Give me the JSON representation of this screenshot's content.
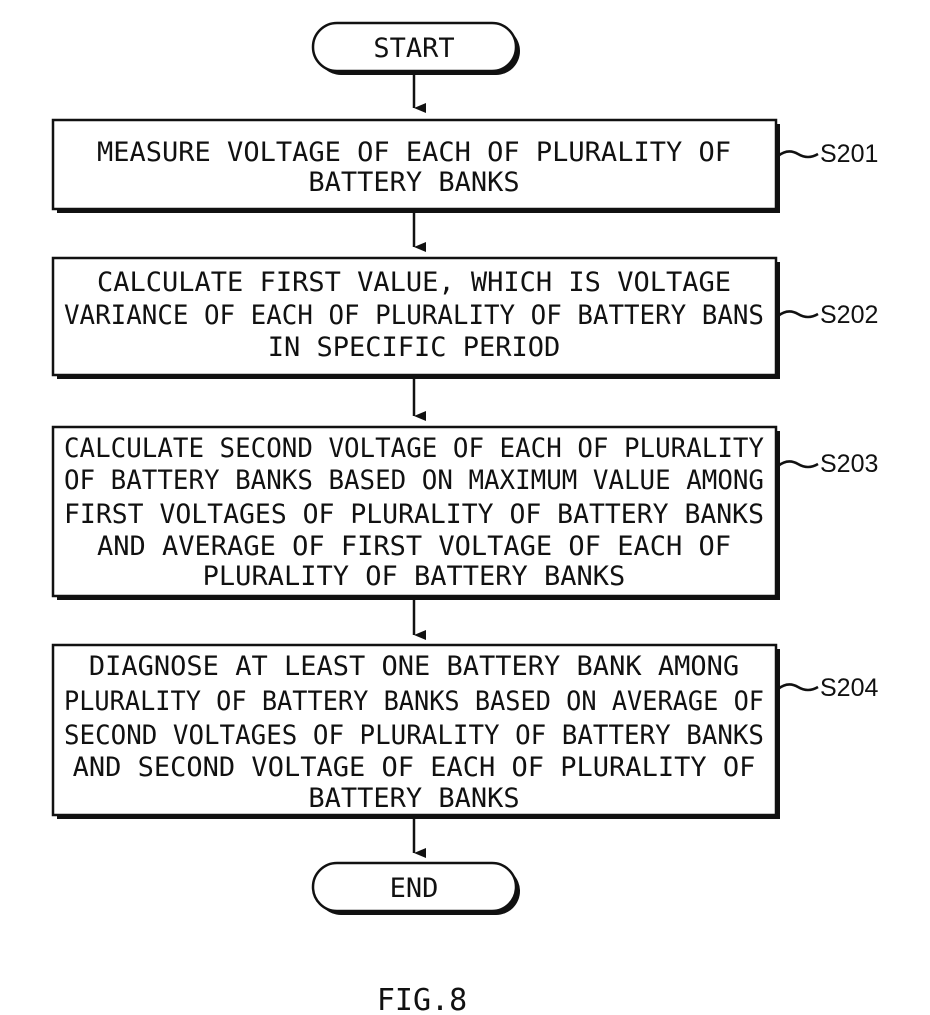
{
  "flowchart": {
    "start_label": "START",
    "end_label": "END",
    "steps": [
      {
        "id": "S201",
        "lines": [
          "MEASURE VOLTAGE OF EACH OF PLURALITY OF",
          "BATTERY BANKS"
        ]
      },
      {
        "id": "S202",
        "lines": [
          "CALCULATE FIRST VALUE, WHICH IS VOLTAGE",
          "VARIANCE OF EACH OF PLURALITY OF BATTERY BANS",
          "IN SPECIFIC PERIOD"
        ]
      },
      {
        "id": "S203",
        "lines": [
          "CALCULATE SECOND VOLTAGE OF EACH OF PLURALITY",
          "OF BATTERY BANKS BASED ON MAXIMUM VALUE AMONG",
          "FIRST VOLTAGES OF PLURALITY OF BATTERY BANKS",
          "AND AVERAGE OF FIRST VOLTAGE OF EACH OF",
          "PLURALITY OF BATTERY BANKS"
        ]
      },
      {
        "id": "S204",
        "lines": [
          "DIAGNOSE AT LEAST ONE BATTERY BANK AMONG",
          "PLURALITY OF BATTERY BANKS BASED ON AVERAGE OF",
          "SECOND VOLTAGES OF PLURALITY OF BATTERY BANKS",
          "AND SECOND VOLTAGE OF EACH OF PLURALITY OF",
          "BATTERY BANKS"
        ]
      }
    ]
  },
  "figure_label": "FIG.8"
}
